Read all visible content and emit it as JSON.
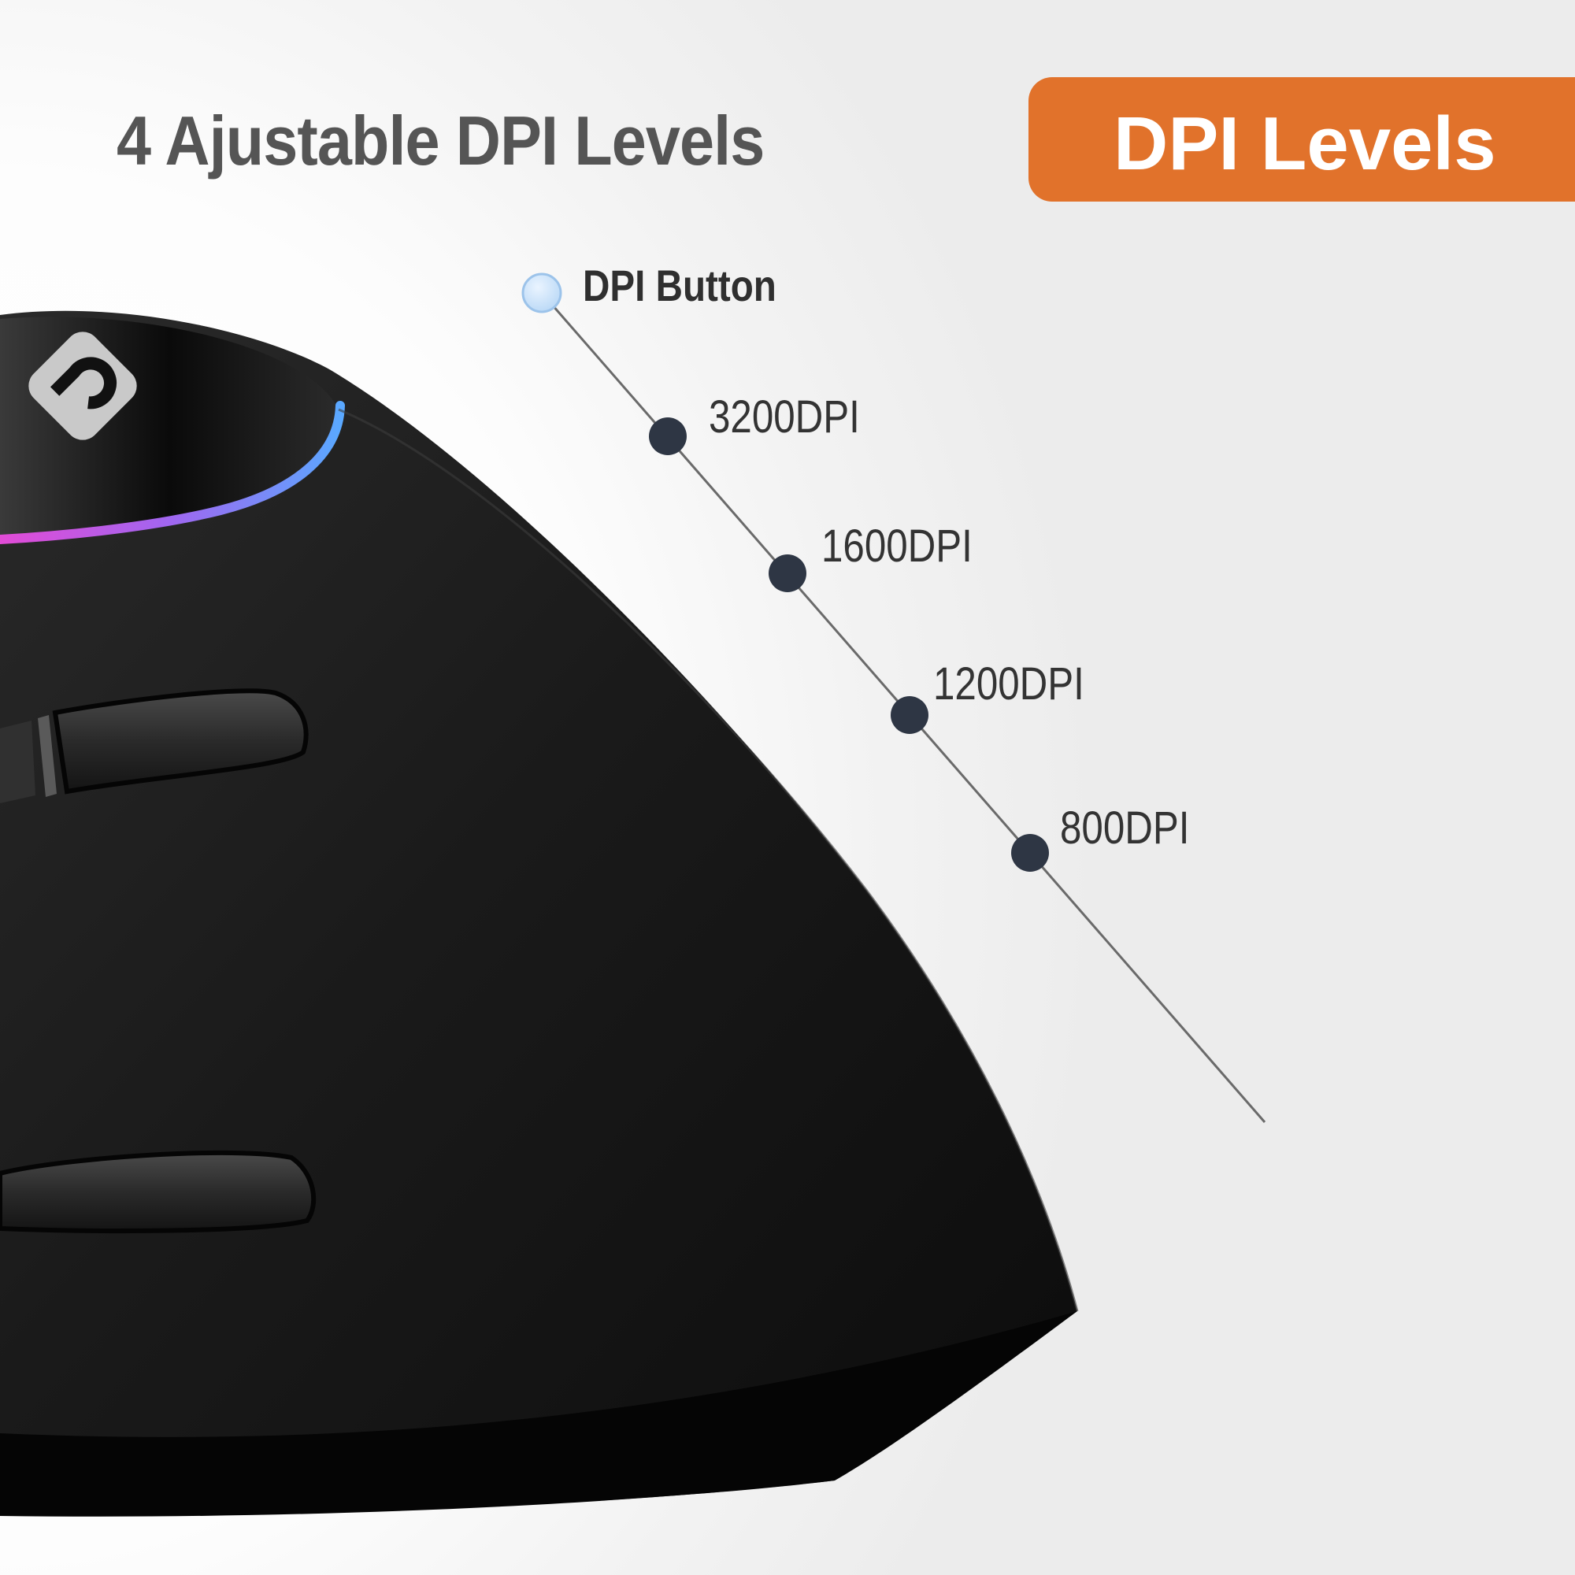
{
  "headline": "4 Ajustable DPI Levels",
  "badge": {
    "label": "DPI Levels",
    "color": "#e1722b"
  },
  "dpi_button_label": "DPI Button",
  "dpi_levels": [
    "3200DPI",
    "1600DPI",
    "1200DPI",
    "800DPI"
  ],
  "colors": {
    "headline": "#555555",
    "marker": "#2e3644",
    "button_marker": "#cfe6fb",
    "mouse_body": "#111111"
  },
  "icons": {
    "brand_logo": "brand-logo-icon"
  }
}
